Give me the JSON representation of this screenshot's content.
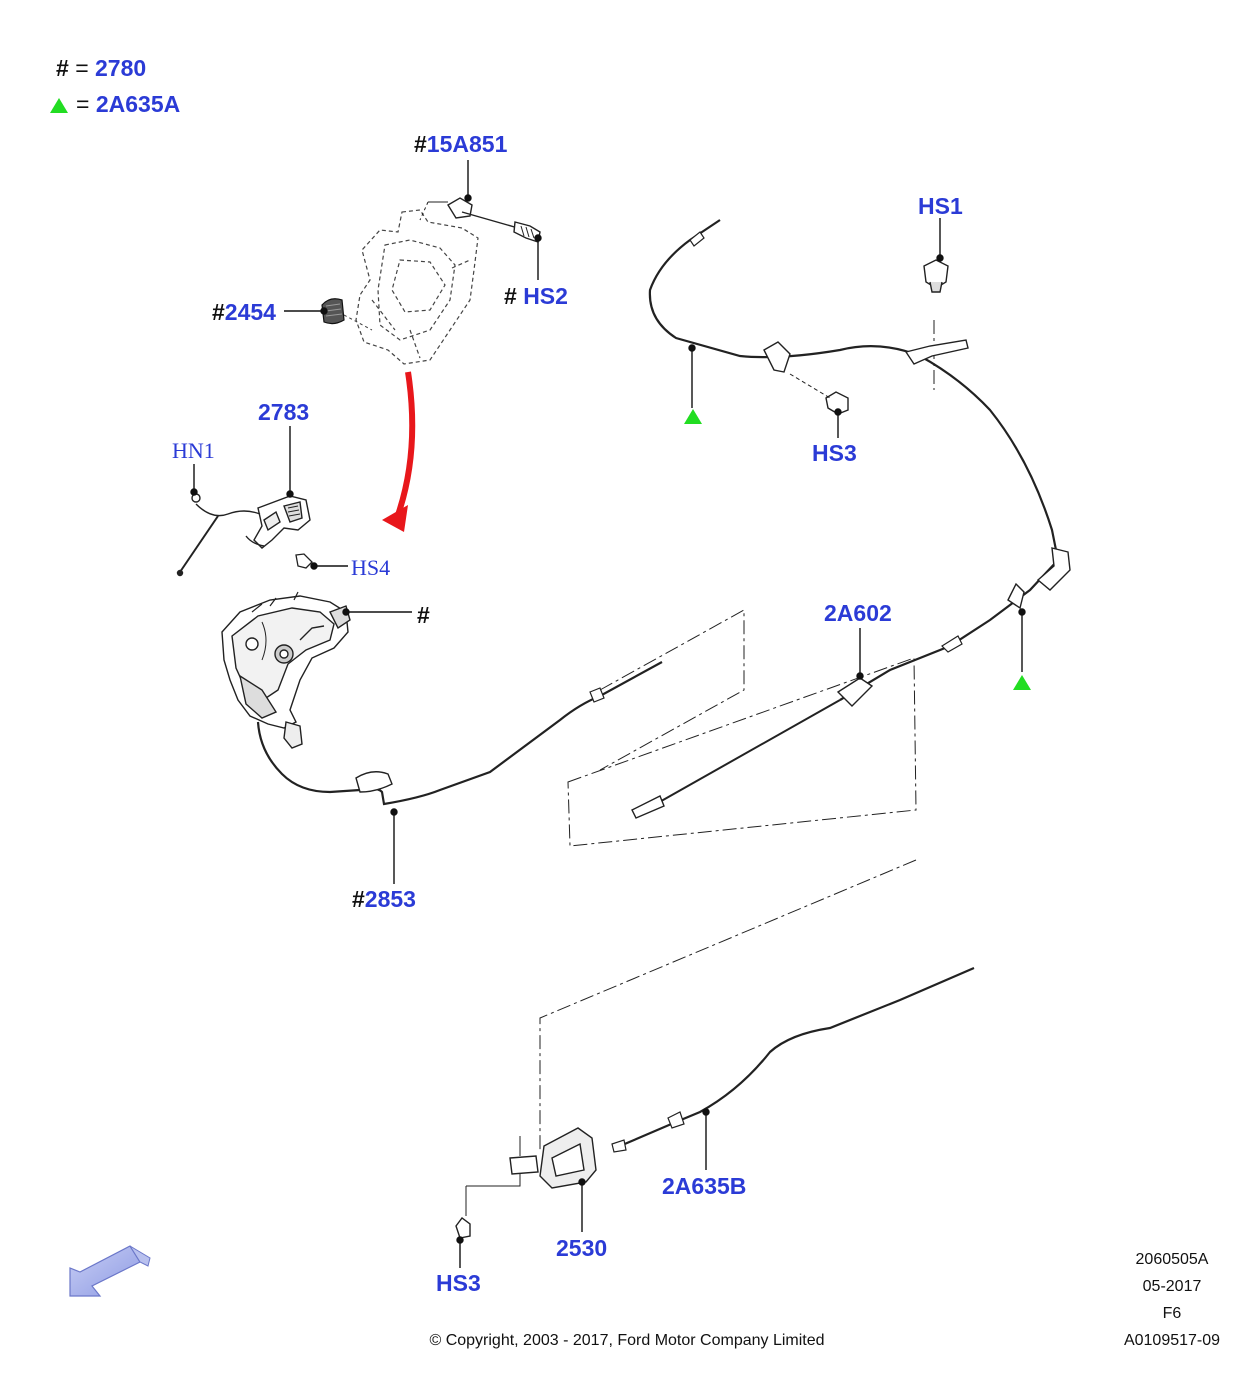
{
  "legend": {
    "hash_symbol": "#",
    "hash_equals": "=",
    "hash_value": "2780",
    "triangle_equals": "=",
    "triangle_value": "2A635A",
    "triangle_color": "#22dd22"
  },
  "callouts": {
    "c_15A851": "15A851",
    "c_HS2": "HS2",
    "c_2454": "2454",
    "c_2783": "2783",
    "c_HN1": "HN1",
    "c_HS4": "HS4",
    "c_hash_only": "#",
    "c_2853": "2853",
    "c_HS1": "HS1",
    "c_HS3_top": "HS3",
    "c_2A602": "2A602",
    "c_2A635B": "2A635B",
    "c_2530": "2530",
    "c_HS3_bottom": "HS3",
    "hash_prefix": "#"
  },
  "footer": {
    "drawing_code": "2060505A",
    "date": "05-2017",
    "sheet": "F6",
    "ref": "A0109517-09",
    "copyright": "© Copyright, 2003 - 2017, Ford Motor Company Limited"
  },
  "colors": {
    "label_blue": "#2b3bd6",
    "arrow_red": "#e8171b",
    "nav_arrow": "#9aa6e8"
  },
  "icons": {
    "direction_arrow": "front-direction-arrow-icon",
    "marker": "green-triangle-icon"
  }
}
